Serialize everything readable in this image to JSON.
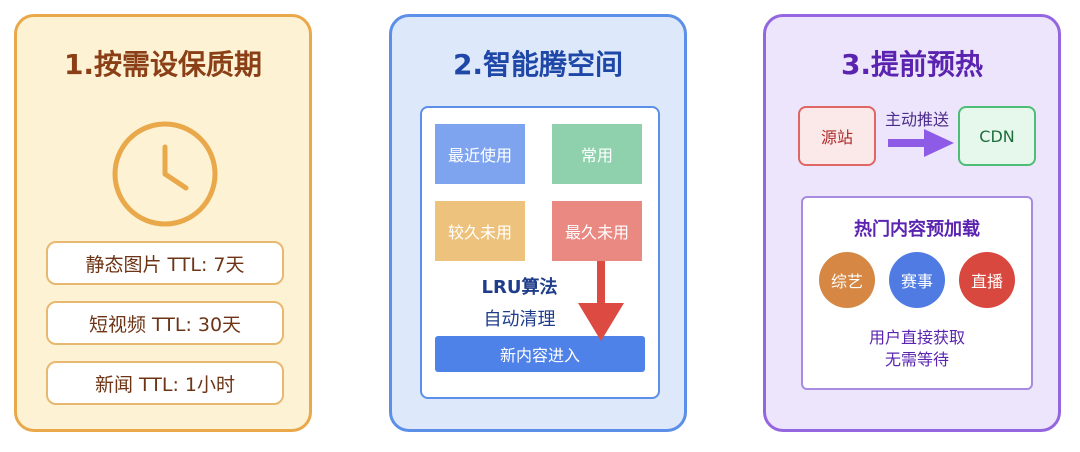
{
  "panels": {
    "ttl": {
      "title": "1.按需设保质期",
      "icon": "clock-icon",
      "items": [
        "静态图片 TTL: 7天",
        "短视频 TTL: 30天",
        "新闻 TTL: 1小时"
      ]
    },
    "space": {
      "title": "2.智能腾空间",
      "tiles": {
        "recent": "最近使用",
        "common": "常用",
        "older": "较久未用",
        "oldest": "最久未用"
      },
      "lru_title": "LRU算法",
      "lru_sub": "自动清理",
      "new_content": "新内容进入"
    },
    "preheat": {
      "title": "3.提前预热",
      "origin": "源站",
      "push_label": "主动推送",
      "cdn": "CDN",
      "preload_title": "热门内容预加载",
      "categories": [
        "综艺",
        "赛事",
        "直播"
      ],
      "note_line1": "用户直接获取",
      "note_line2": "无需等待"
    }
  },
  "colors": {
    "ttl_accent": "#e9a84a",
    "space_accent": "#5b8fe8",
    "preheat_accent": "#9466e0",
    "arrow_red": "#dc4a42",
    "arrow_purple": "#8e5be6"
  }
}
